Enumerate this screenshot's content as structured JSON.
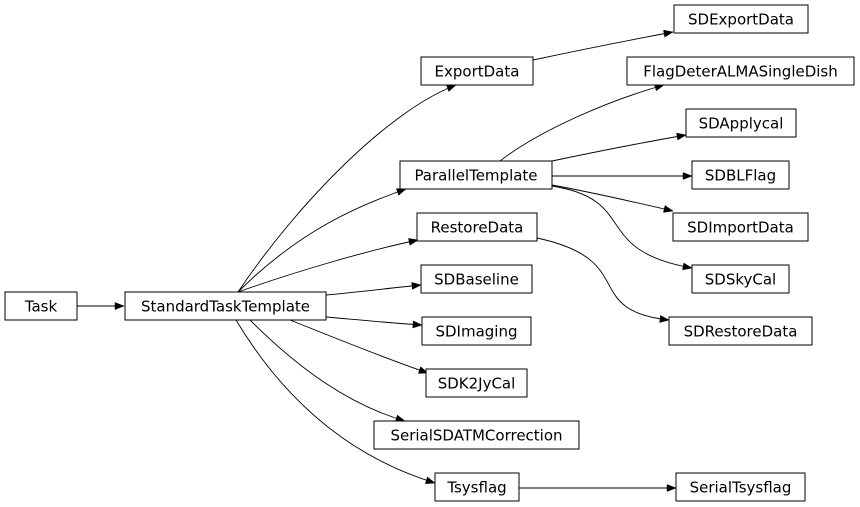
{
  "diagram": {
    "type": "inheritance-graph",
    "colors": {
      "box_fill": "#ffffff",
      "box_stroke": "#000000",
      "edge": "#000000",
      "text": "#000000"
    },
    "nodes": [
      {
        "id": "task",
        "label": "Task"
      },
      {
        "id": "standardtasktemplate",
        "label": "StandardTaskTemplate"
      },
      {
        "id": "exportdata",
        "label": "ExportData"
      },
      {
        "id": "paralleltemplate",
        "label": "ParallelTemplate"
      },
      {
        "id": "restoredata",
        "label": "RestoreData"
      },
      {
        "id": "sdbaseline",
        "label": "SDBaseline"
      },
      {
        "id": "sdimaging",
        "label": "SDImaging"
      },
      {
        "id": "sdk2jycal",
        "label": "SDK2JyCal"
      },
      {
        "id": "serialsdatmcorrection",
        "label": "SerialSDATMCorrection"
      },
      {
        "id": "tsysflag",
        "label": "Tsysflag"
      },
      {
        "id": "sdexportdata",
        "label": "SDExportData"
      },
      {
        "id": "flagdeteralmasingledish",
        "label": "FlagDeterALMASingleDish"
      },
      {
        "id": "sdapplycal",
        "label": "SDApplycal"
      },
      {
        "id": "sdblflag",
        "label": "SDBLFlag"
      },
      {
        "id": "sdimportdata",
        "label": "SDImportData"
      },
      {
        "id": "sdskycal",
        "label": "SDSkyCal"
      },
      {
        "id": "sdrestoredata",
        "label": "SDRestoreData"
      },
      {
        "id": "serialtsysflag",
        "label": "SerialTsysflag"
      }
    ],
    "edges": [
      {
        "from": "task",
        "to": "standardtasktemplate"
      },
      {
        "from": "standardtasktemplate",
        "to": "exportdata"
      },
      {
        "from": "standardtasktemplate",
        "to": "paralleltemplate"
      },
      {
        "from": "standardtasktemplate",
        "to": "restoredata"
      },
      {
        "from": "standardtasktemplate",
        "to": "sdbaseline"
      },
      {
        "from": "standardtasktemplate",
        "to": "sdimaging"
      },
      {
        "from": "standardtasktemplate",
        "to": "sdk2jycal"
      },
      {
        "from": "standardtasktemplate",
        "to": "serialsdatmcorrection"
      },
      {
        "from": "standardtasktemplate",
        "to": "tsysflag"
      },
      {
        "from": "exportdata",
        "to": "sdexportdata"
      },
      {
        "from": "paralleltemplate",
        "to": "flagdeteralmasingledish"
      },
      {
        "from": "paralleltemplate",
        "to": "sdapplycal"
      },
      {
        "from": "paralleltemplate",
        "to": "sdblflag"
      },
      {
        "from": "paralleltemplate",
        "to": "sdimportdata"
      },
      {
        "from": "paralleltemplate",
        "to": "sdskycal"
      },
      {
        "from": "restoredata",
        "to": "sdrestoredata"
      },
      {
        "from": "tsysflag",
        "to": "serialtsysflag"
      }
    ]
  }
}
